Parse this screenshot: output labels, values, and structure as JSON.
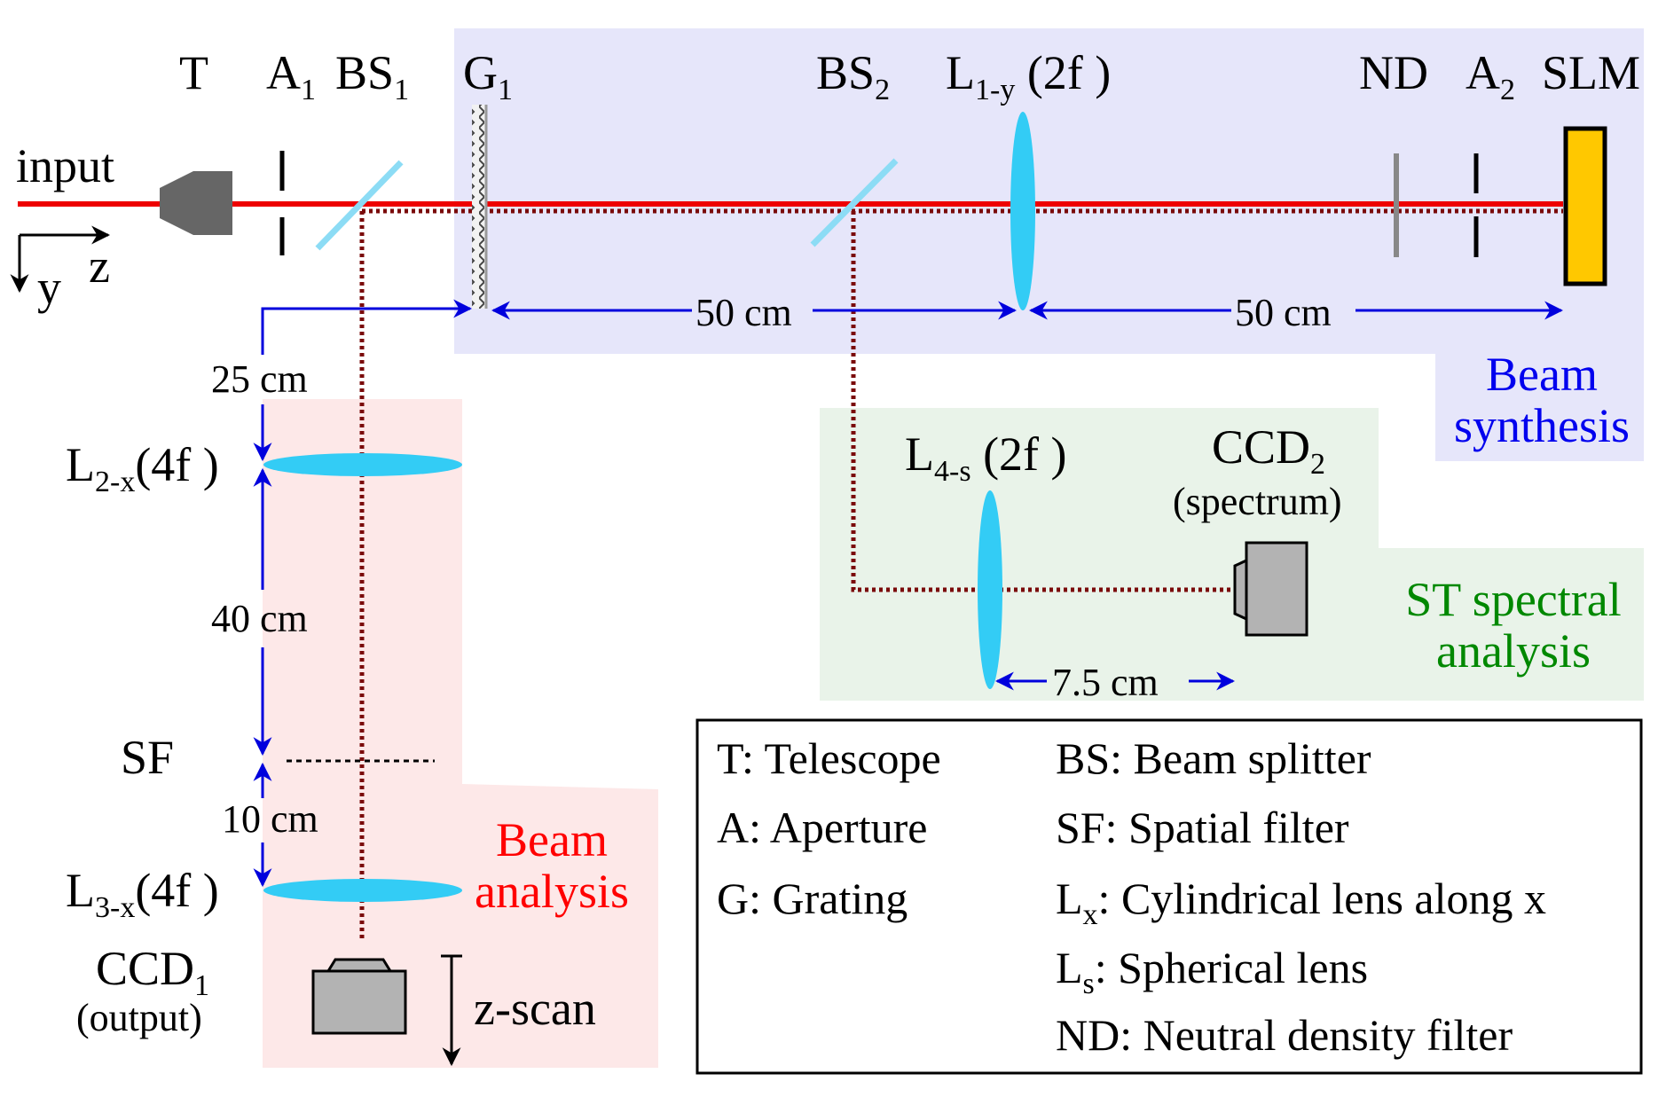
{
  "labels": {
    "telescope": "T",
    "aperture1": "A",
    "aperture1_sub": "1",
    "bs1": "BS",
    "bs1_sub": "1",
    "grating": "G",
    "grating_sub": "1",
    "bs2": "BS",
    "bs2_sub": "2",
    "lens1": "L",
    "lens1_sub": "1-y",
    "lens1_tail": " (2f )",
    "nd": "ND",
    "aperture2": "A",
    "aperture2_sub": "2",
    "slm": "SLM",
    "input": "input",
    "axis_y": "y",
    "axis_z": "z",
    "lens2": "L",
    "lens2_sub": "2-x",
    "lens2_tail": "(4f )",
    "sf": "SF",
    "lens3": "L",
    "lens3_sub": "3-x",
    "lens3_tail": "(4f )",
    "ccd1": "CCD",
    "ccd1_sub": "1",
    "ccd1_note": "(output)",
    "lens4": "L",
    "lens4_sub": "4-s",
    "lens4_tail": " (2f )",
    "ccd2": "CCD",
    "ccd2_sub": "2",
    "ccd2_note": "(spectrum)",
    "zscan": "z-scan"
  },
  "dimensions": {
    "d_g1_l1": "50 cm",
    "d_l1_slm": "50 cm",
    "d_25": "25 cm",
    "d_40": "40 cm",
    "d_10": "10 cm",
    "d_75": "7.5 cm"
  },
  "regions": {
    "synthesis_line1": "Beam",
    "synthesis_line2": "synthesis",
    "analysis_line1": "Beam",
    "analysis_line2": "analysis",
    "spectral_line1": "ST spectral",
    "spectral_line2": "analysis"
  },
  "legend": {
    "t": "T: Telescope",
    "a": "A: Aperture",
    "g": "G: Grating",
    "bs": "BS: Beam splitter",
    "sf": "SF: Spatial filter",
    "lx_main": "L",
    "lx_sub": "x",
    "lx_rest": ": Cylindrical lens along x",
    "ls_main": "L",
    "ls_sub": "s",
    "ls_rest": ": Spherical lens",
    "nd": "ND: Neutral density filter"
  },
  "colors": {
    "synthesis_bg": "#e6e6fa",
    "analysis_bg": "#fde8e8",
    "spectral_bg": "#e9f3e9",
    "beam": "#ee0000",
    "beam_dotted": "#7a0a0a",
    "lens": "#33ccf5",
    "splitter": "#8cdcf5",
    "slm": "#ffc800",
    "dim_line": "#0000dd",
    "synthesis_text": "#0000ee",
    "analysis_text": "#ff0000",
    "spectral_text": "#008800",
    "camera": "#b3b3b3",
    "telescope": "#666666"
  }
}
